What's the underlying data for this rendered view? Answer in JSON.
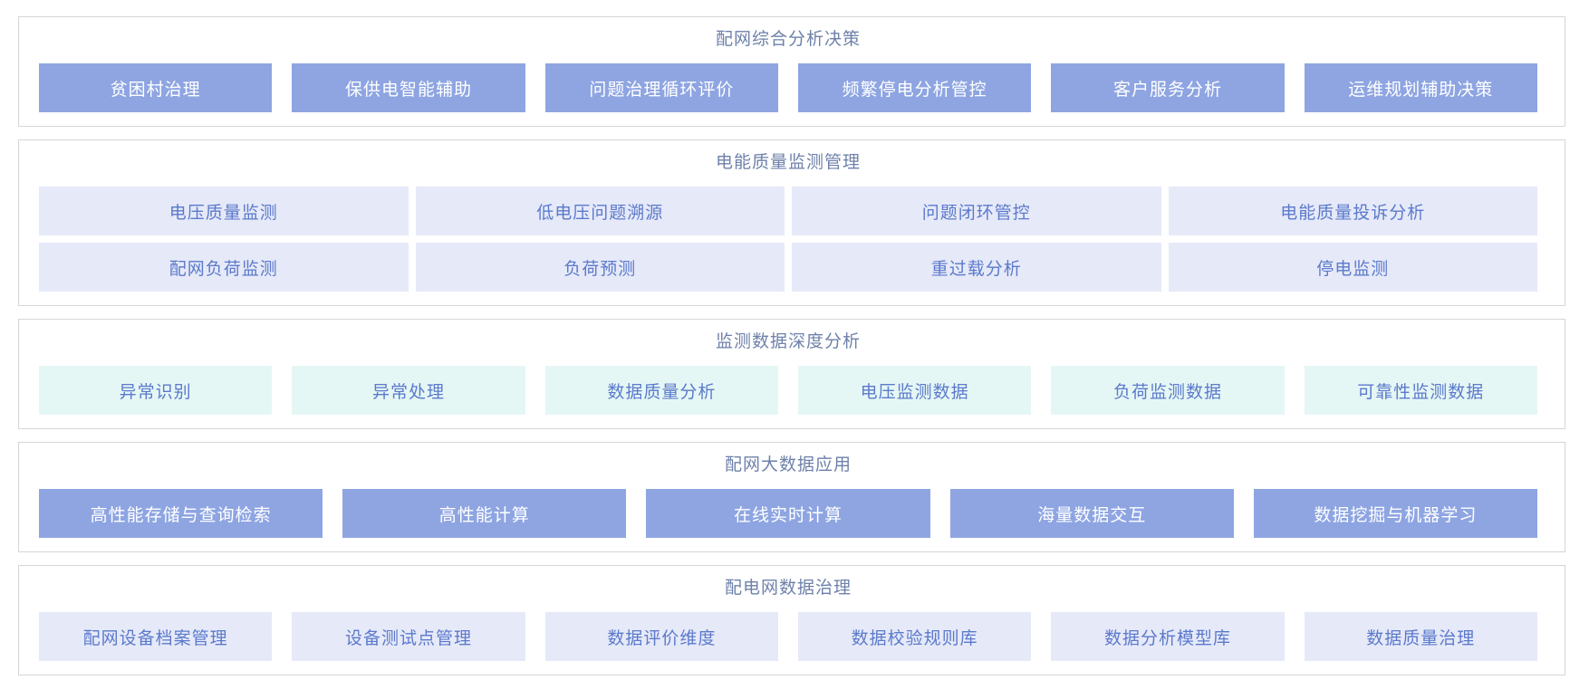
{
  "colors": {
    "solid_button_bg": "#8ea5e2",
    "solid_button_text": "#ffffff",
    "lavender_button_bg": "#e6e9f8",
    "mint_button_bg": "#e5f7f5",
    "light_button_text": "#5b7acc",
    "section_title_text": "#6e81aa",
    "panel_border": "#d6d6d6"
  },
  "sections": [
    {
      "id": "distribution-comprehensive-analysis",
      "title": "配网综合分析决策",
      "style": "solid",
      "rows": [
        [
          "贫困村治理",
          "保供电智能辅助",
          "问题治理循环评价",
          "频繁停电分析管控",
          "客户服务分析",
          "运维规划辅助决策"
        ]
      ]
    },
    {
      "id": "power-quality-monitoring",
      "title": "电能质量监测管理",
      "style": "lavender",
      "rows": [
        [
          "电压质量监测",
          "低电压问题溯源",
          "问题闭环管控",
          "电能质量投诉分析"
        ],
        [
          "配网负荷监测",
          "负荷预测",
          "重过载分析",
          "停电监测"
        ]
      ]
    },
    {
      "id": "monitoring-data-deep-analysis",
      "title": "监测数据深度分析",
      "style": "mint",
      "rows": [
        [
          "异常识别",
          "异常处理",
          "数据质量分析",
          "电压监测数据",
          "负荷监测数据",
          "可靠性监测数据"
        ]
      ]
    },
    {
      "id": "distribution-big-data-application",
      "title": "配网大数据应用",
      "style": "solid",
      "rows": [
        [
          "高性能存储与查询检索",
          "高性能计算",
          "在线实时计算",
          "海量数据交互",
          "数据挖掘与机器学习"
        ]
      ]
    },
    {
      "id": "distribution-network-data-governance",
      "title": "配电网数据治理",
      "style": "lavender",
      "rows": [
        [
          "配网设备档案管理",
          "设备测试点管理",
          "数据评价维度",
          "数据校验规则库",
          "数据分析模型库",
          "数据质量治理"
        ]
      ]
    }
  ]
}
